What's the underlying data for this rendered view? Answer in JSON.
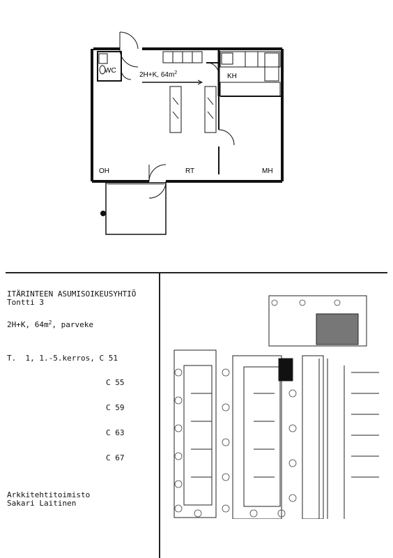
{
  "floor_plan": {
    "rooms": {
      "wc": "WC",
      "kh": "KH",
      "oh": "OH",
      "rt": "RT",
      "mh": "MH"
    },
    "area_label": "2H+K, 64m",
    "area_sup": "2"
  },
  "info": {
    "association": "ITÄRINTEEN ASUMISOIKEUSYHTIÖ",
    "plot": "Tontti 3",
    "apartment_type": "2H+K, 64m",
    "apartment_sup": "2",
    "apartment_suffix": ", parveke",
    "floors": "T.  1, 1.-5.kerros, C 51",
    "apartments": [
      "C 55",
      "C 59",
      "C 63",
      "C 67"
    ],
    "architect_line1": "Arkkitehtitoimisto",
    "architect_line2": "Sakari Laitinen"
  }
}
